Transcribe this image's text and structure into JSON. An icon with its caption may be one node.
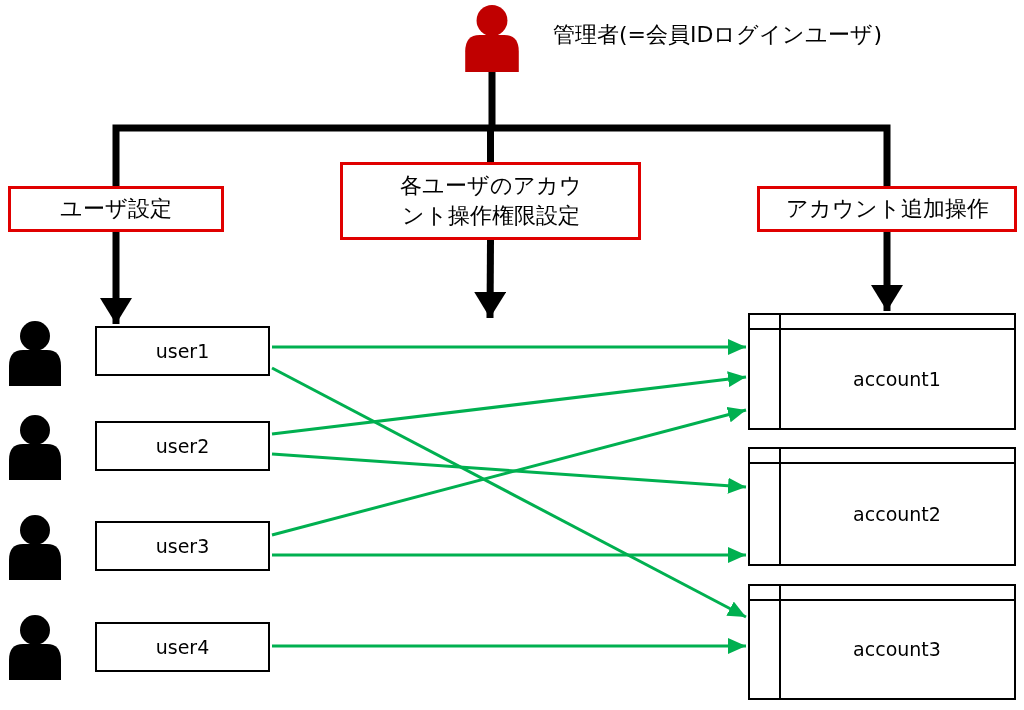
{
  "diagram": {
    "nodes": [
      {
        "text": [],
        "shape": "person",
        "beside": [
          "管理者(=会員IDログインユーザ)"
        ]
      },
      {
        "text": [
          "ユーザ設定"
        ]
      },
      {
        "text": [
          "各ユーザのアカウント操作権限設定"
        ]
      },
      {
        "text": [
          "アカウント追加操作"
        ]
      },
      {
        "text": [],
        "shape": "person"
      },
      {
        "text": [
          "user1"
        ]
      },
      {
        "text": [],
        "shape": "person"
      },
      {
        "text": [
          "user2"
        ]
      },
      {
        "text": [],
        "shape": "person"
      },
      {
        "text": [
          "user3"
        ]
      },
      {
        "text": [],
        "shape": "person"
      },
      {
        "text": [
          "user4"
        ]
      },
      {
        "text": [
          "account1"
        ]
      },
      {
        "text": [
          "account2"
        ]
      },
      {
        "text": [
          "account3"
        ]
      }
    ],
    "edges": [
      {
        "from": 0,
        "to": 1,
        "arrow": "none",
        "style": "thick",
        "color": "#000000"
      },
      {
        "from": 0,
        "to": 2,
        "arrow": "none",
        "style": "thick",
        "color": "#000000"
      },
      {
        "from": 0,
        "to": 3,
        "arrow": "none",
        "style": "thick",
        "color": "#000000"
      },
      {
        "from": 1,
        "to": 5,
        "arrow": "to",
        "style": "thick",
        "color": "#000000"
      },
      {
        "from": 2,
        "to": null,
        "arrow": "to",
        "style": "thick",
        "color": "#000000"
      },
      {
        "from": 3,
        "to": 12,
        "arrow": "to",
        "style": "thick",
        "color": "#000000"
      },
      {
        "from": 5,
        "to": 12,
        "arrow": "to"
      },
      {
        "from": 5,
        "to": 14,
        "arrow": "to"
      },
      {
        "from": 7,
        "to": 12,
        "arrow": "to"
      },
      {
        "from": 7,
        "to": 13,
        "arrow": "to"
      },
      {
        "from": 9,
        "to": 12,
        "arrow": "to"
      },
      {
        "from": 9,
        "to": 13,
        "arrow": "to"
      },
      {
        "from": 11,
        "to": 14,
        "arrow": "to"
      }
    ]
  }
}
